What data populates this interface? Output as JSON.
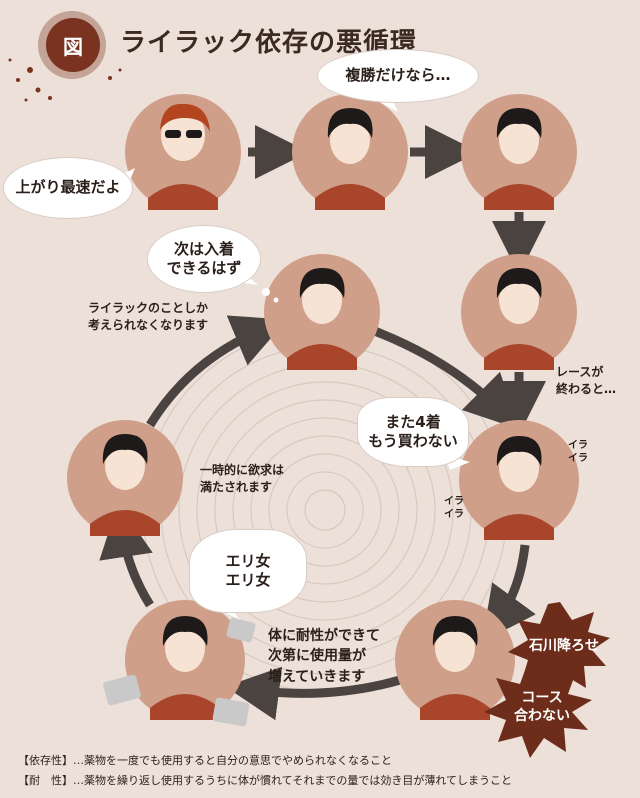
{
  "figure_label": "図",
  "title": "ライラック依存の悪循環",
  "bubbles": {
    "fastest": "上がり最速だよ",
    "win_bet": "複勝だけなら…",
    "next_place": "次は入着\nできるはず",
    "fourth_again": "また4着\nもう買わない",
    "eri_onna": "エリ女\nエリ女"
  },
  "notes": {
    "only_lilac": "ライラックのことしか\n考えられなくなります",
    "race_over": "レースが\n終わると…",
    "satisfied": "一時的に欲求は\n満たされます",
    "tolerance": "体に耐性ができて\n次第に使用量が\n増えていきます"
  },
  "irritation": {
    "right": "イラ\nイラ",
    "left": "イラ\nイラ"
  },
  "bursts": {
    "ishikawa": "石川降ろせ",
    "course": "コース\n合わない"
  },
  "footnotes": [
    "【依存性】…薬物を一度でも使用すると自分の意思でやめられなくなること",
    "【耐　性】…薬物を繰り返し使用するうちに体が慣れてそれまでの量では効き目が薄れてしまうこと"
  ],
  "colors": {
    "background": "#ece0d8",
    "circle": "#cf9f8a",
    "shirt": "#a9452a",
    "arrow": "#4a4340",
    "burst": "#6e2d1b",
    "hair": "#1e1a19"
  }
}
